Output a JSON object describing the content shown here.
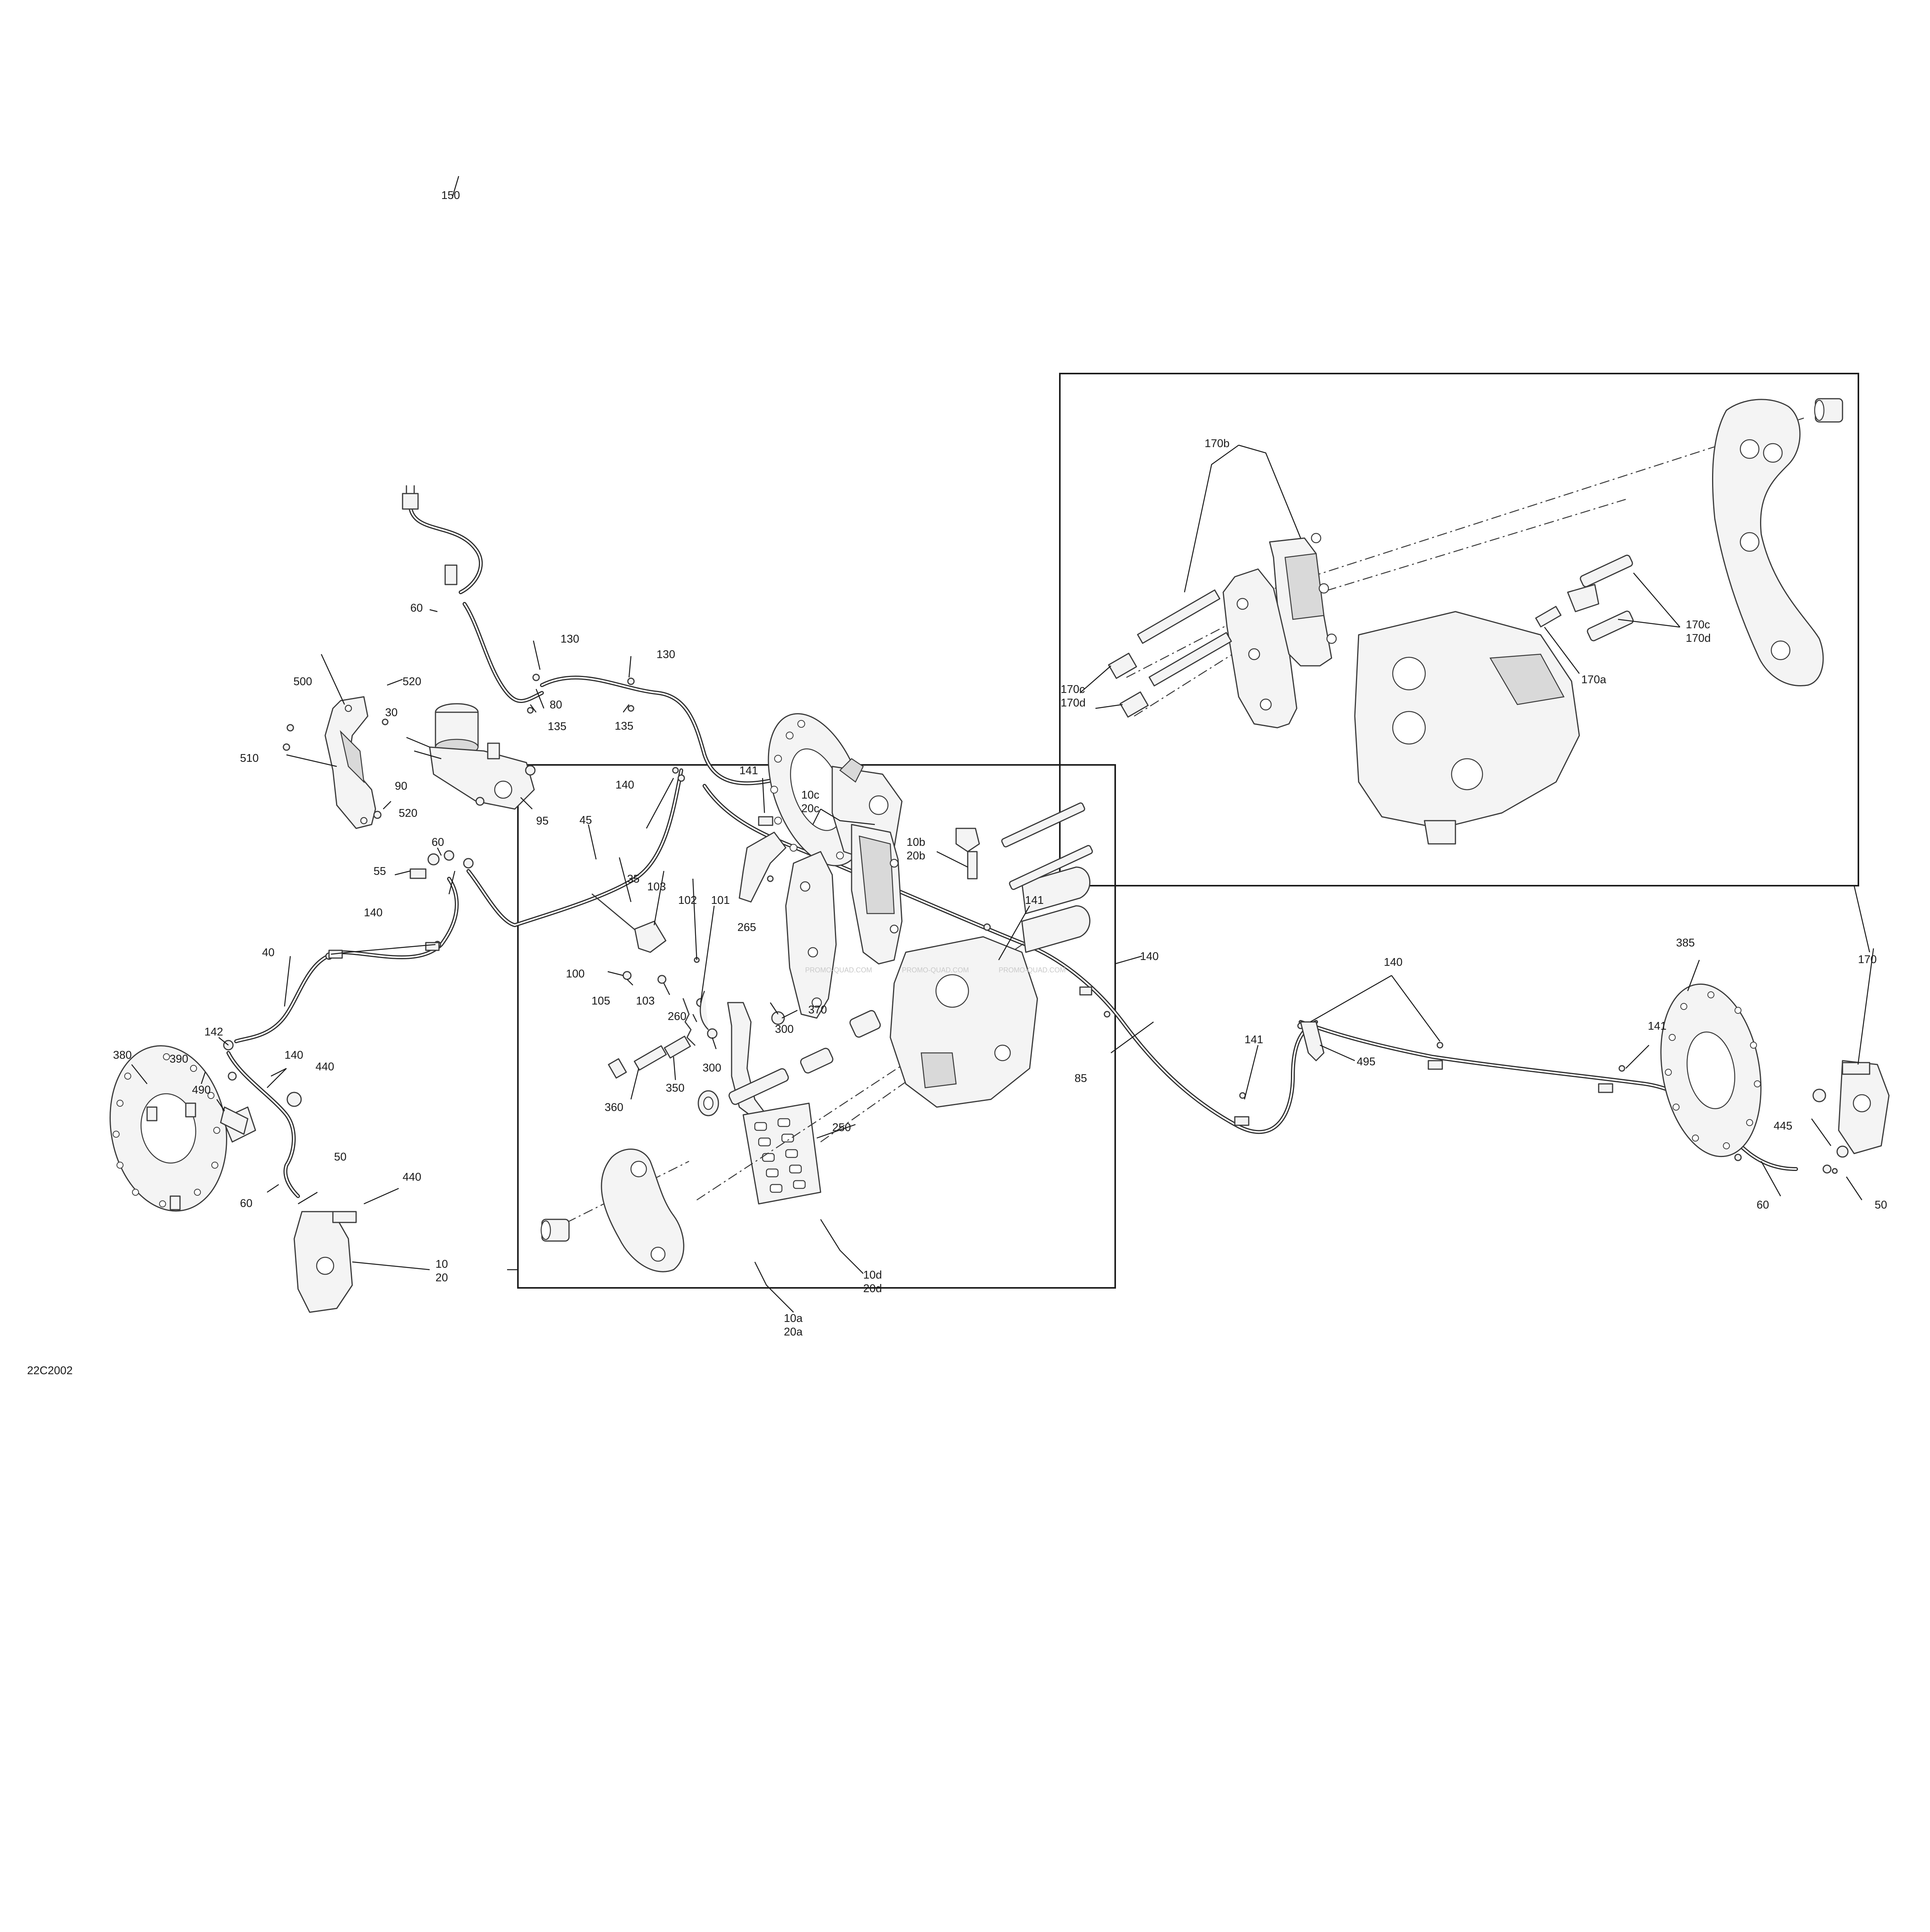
{
  "diagram_id": "22C2002",
  "watermark": "PROMO-QUAD.COM",
  "callouts": [
    {
      "id": "c150",
      "text": "150"
    },
    {
      "id": "c60a",
      "text": "60"
    },
    {
      "id": "c130a",
      "text": "130"
    },
    {
      "id": "c130b",
      "text": "130"
    },
    {
      "id": "c80",
      "text": "80"
    },
    {
      "id": "c135a",
      "text": "135"
    },
    {
      "id": "c135b",
      "text": "135"
    },
    {
      "id": "c500",
      "text": "500"
    },
    {
      "id": "c520a",
      "text": "520"
    },
    {
      "id": "c510",
      "text": "510"
    },
    {
      "id": "c520b",
      "text": "520"
    },
    {
      "id": "c30",
      "text": "30"
    },
    {
      "id": "c90",
      "text": "90"
    },
    {
      "id": "c95",
      "text": "95"
    },
    {
      "id": "c45",
      "text": "45"
    },
    {
      "id": "c140a",
      "text": "140"
    },
    {
      "id": "c141a",
      "text": "141"
    },
    {
      "id": "c60b",
      "text": "60"
    },
    {
      "id": "c55",
      "text": "55"
    },
    {
      "id": "c35",
      "text": "35"
    },
    {
      "id": "c103a",
      "text": "103"
    },
    {
      "id": "c102",
      "text": "102"
    },
    {
      "id": "c101",
      "text": "101"
    },
    {
      "id": "c265",
      "text": "265"
    },
    {
      "id": "c100",
      "text": "100"
    },
    {
      "id": "c105",
      "text": "105"
    },
    {
      "id": "c103b",
      "text": "103"
    },
    {
      "id": "c260",
      "text": "260"
    },
    {
      "id": "c300a",
      "text": "300"
    },
    {
      "id": "c370",
      "text": "370"
    },
    {
      "id": "c300b",
      "text": "300"
    },
    {
      "id": "c350",
      "text": "350"
    },
    {
      "id": "c360",
      "text": "360"
    },
    {
      "id": "c250",
      "text": "250"
    },
    {
      "id": "c140b",
      "text": "140"
    },
    {
      "id": "c40",
      "text": "40"
    },
    {
      "id": "c142",
      "text": "142"
    },
    {
      "id": "c380",
      "text": "380"
    },
    {
      "id": "c390",
      "text": "390"
    },
    {
      "id": "c490",
      "text": "490"
    },
    {
      "id": "c140c",
      "text": "140"
    },
    {
      "id": "c440a",
      "text": "440"
    },
    {
      "id": "c50a",
      "text": "50"
    },
    {
      "id": "c60c",
      "text": "60"
    },
    {
      "id": "c440b",
      "text": "440"
    },
    {
      "id": "c10",
      "text": "10"
    },
    {
      "id": "c20",
      "text": "20"
    },
    {
      "id": "c141b",
      "text": "141"
    },
    {
      "id": "c140d",
      "text": "140"
    },
    {
      "id": "c85",
      "text": "85"
    },
    {
      "id": "c141c",
      "text": "141"
    },
    {
      "id": "c140e",
      "text": "140"
    },
    {
      "id": "c495",
      "text": "495"
    },
    {
      "id": "c141d",
      "text": "141"
    },
    {
      "id": "c385",
      "text": "385"
    },
    {
      "id": "c170",
      "text": "170"
    },
    {
      "id": "c445",
      "text": "445"
    },
    {
      "id": "c60d",
      "text": "60"
    },
    {
      "id": "c50b",
      "text": "50"
    },
    {
      "id": "c170b",
      "text": "170b"
    },
    {
      "id": "c170c_r",
      "text": "170c"
    },
    {
      "id": "c170d_r",
      "text": "170d"
    },
    {
      "id": "c170a",
      "text": "170a"
    },
    {
      "id": "c170c_l",
      "text": "170c"
    },
    {
      "id": "c170d_l",
      "text": "170d"
    },
    {
      "id": "c10c",
      "text": "10c"
    },
    {
      "id": "c20c",
      "text": "20c"
    },
    {
      "id": "c10b",
      "text": "10b"
    },
    {
      "id": "c20b",
      "text": "20b"
    },
    {
      "id": "c10a",
      "text": "10a"
    },
    {
      "id": "c20a",
      "text": "20a"
    },
    {
      "id": "c10d",
      "text": "10d"
    },
    {
      "id": "c20d",
      "text": "20d"
    }
  ]
}
